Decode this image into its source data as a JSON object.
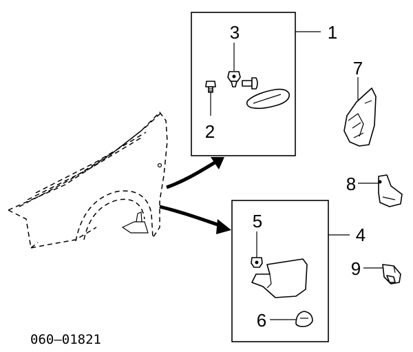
{
  "diagram": {
    "part_number": "060–01821",
    "callouts": {
      "c1": "1",
      "c2": "2",
      "c3": "3",
      "c4": "4",
      "c5": "5",
      "c6": "6",
      "c7": "7",
      "c8": "8",
      "c9": "9"
    }
  }
}
